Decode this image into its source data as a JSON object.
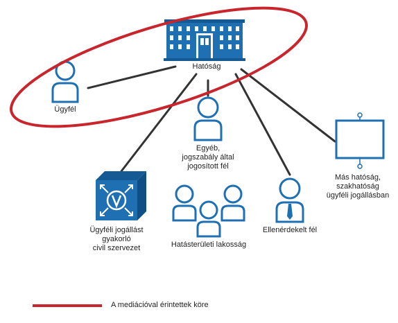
{
  "nodes": {
    "authority": {
      "label": "Hatóság"
    },
    "client": {
      "label": "Ügyfél"
    },
    "other_entitled": {
      "lines": [
        "Egyéb,",
        "jogszabály által",
        "jogosított fél"
      ]
    },
    "civil_org": {
      "lines": [
        "Ügyféli jogállást",
        "gyakorló",
        "civil szervezet"
      ]
    },
    "residents": {
      "label": "Hatásterületi lakosság"
    },
    "opposing": {
      "label": "Ellenérdekelt fél"
    },
    "other_authority": {
      "lines": [
        "Más hatóság,",
        "szakhatóság",
        "ügyféli jogállásban"
      ]
    }
  },
  "legend": {
    "label": "A mediációval érintettek  köre",
    "color": "#c8262c"
  },
  "colors": {
    "icon": "#1f6fb3",
    "icon_dark": "#155a93",
    "line": "#333333",
    "highlight": "#c8262c"
  },
  "icons": {
    "authority": "building-icon",
    "client": "person-icon",
    "other_entitled": "person-icon",
    "civil_org": "civil-org-cube-icon",
    "residents": "group-icon",
    "opposing": "person-tie-icon",
    "other_authority": "board-icon"
  }
}
